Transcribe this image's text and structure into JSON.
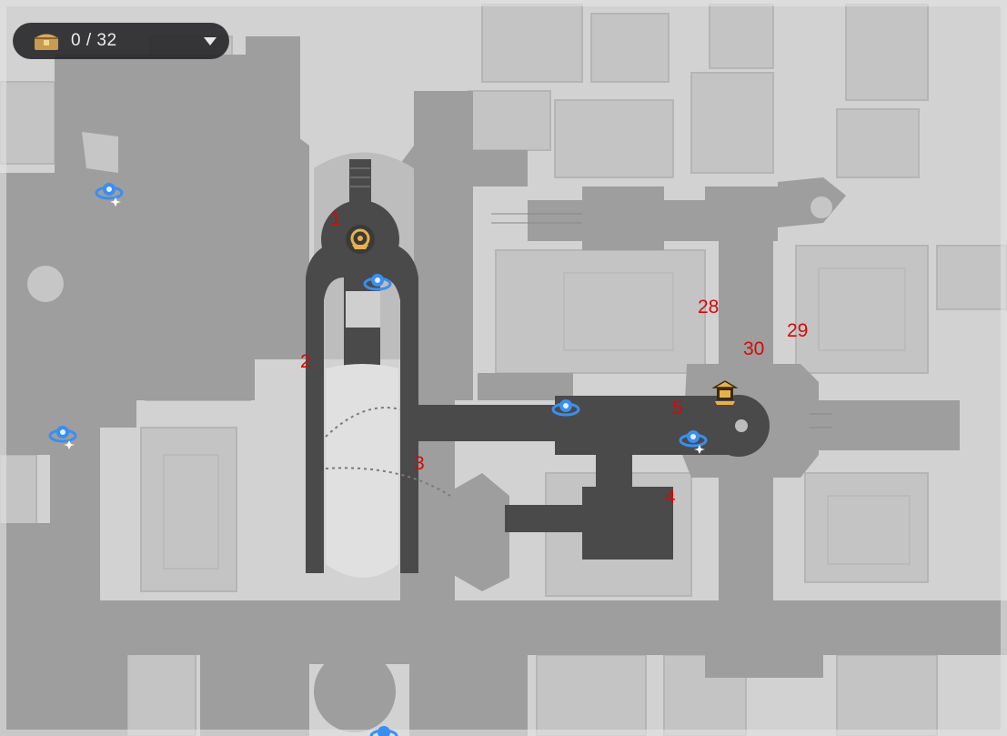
{
  "chest_counter": {
    "icon": "treasure-chest-icon",
    "text": "0 / 32",
    "dropdown_icon": "dropdown-caret-icon"
  },
  "colors": {
    "map_background": "#cfcfcf",
    "floor": "#9c9c9c",
    "path_dark": "#4a4a4a",
    "label_red": "#d40a0a",
    "teleport_blue": "#3b8ef0",
    "poi_gold": "#e8b24a"
  },
  "markers": {
    "labels": [
      "1",
      "2",
      "3",
      "4",
      "5",
      "28",
      "29",
      "30"
    ],
    "teleport_icon": "space-anchor-icon",
    "poi_icons": [
      "gold-landmark-icon",
      "gold-shop-icon"
    ]
  }
}
